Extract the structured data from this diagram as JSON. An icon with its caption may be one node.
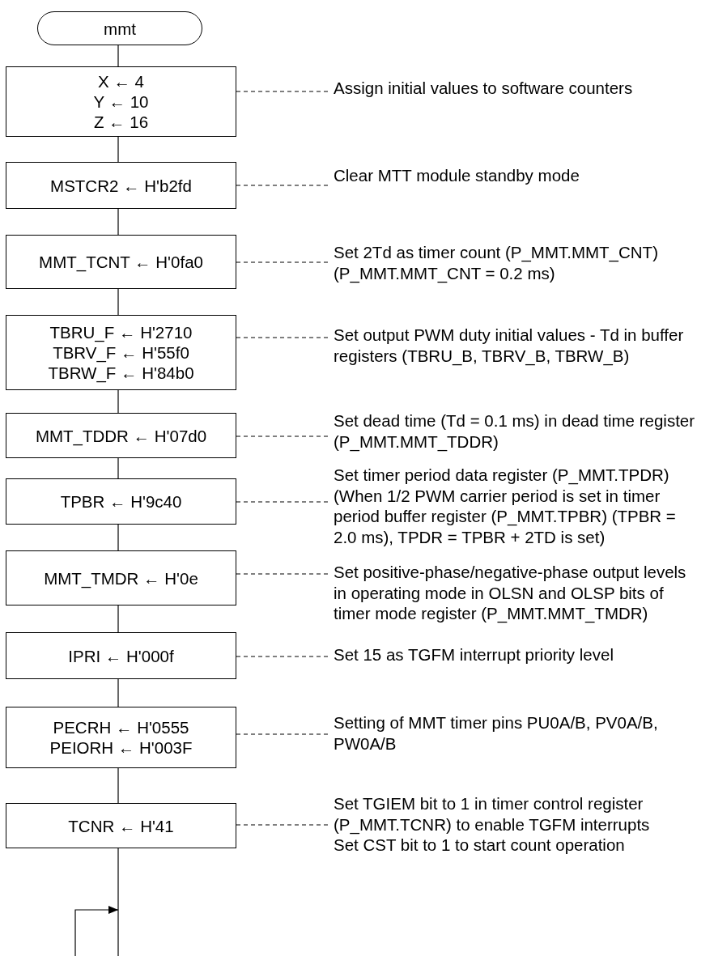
{
  "diagram": {
    "nodes": [
      {
        "text": [
          "mmt"
        ]
      },
      {
        "text": [
          "X ← 4",
          "Y ← 10",
          "Z ← 16"
        ]
      },
      {
        "text": [
          "MSTCR2 ← H'b2fd"
        ]
      },
      {
        "text": [
          "MMT_TCNT ← H'0fa0"
        ]
      },
      {
        "text": [
          "TBRU_F ← H'2710",
          "TBRV_F ← H'55f0",
          "TBRW_F ← H'84b0"
        ]
      },
      {
        "text": [
          "MMT_TDDR ← H'07d0"
        ]
      },
      {
        "text": [
          "TPBR ← H'9c40"
        ]
      },
      {
        "text": [
          "MMT_TMDR ← H'0e"
        ]
      },
      {
        "text": [
          "IPRI ← H'000f"
        ]
      },
      {
        "text": [
          "PECRH ← H'0555",
          "PEIORH ← H'003F"
        ]
      },
      {
        "text": [
          "TCNR ← H'41"
        ]
      },
      {
        "text": [
          "Assign initial values to software counters"
        ]
      },
      {
        "text": [
          "Clear MTT module standby mode"
        ]
      },
      {
        "text": [
          "Set 2Td as timer count (P_MMT.MMT_CNT)",
          "(P_MMT.MMT_CNT = 0.2 ms)"
        ]
      },
      {
        "text": [
          "Set output PWM duty initial values - Td in buffer registers (TBRU_B, TBRV_B, TBRW_B)"
        ]
      },
      {
        "text": [
          "Set dead time (Td = 0.1 ms) in dead time register (P_MMT.MMT_TDDR)"
        ]
      },
      {
        "text": [
          "Set timer period data register (P_MMT.TPDR)",
          "(When 1/2 PWM carrier period is set in timer period buffer register (P_MMT.TPBR) (TPBR = 2.0 ms), TPDR = TPBR + 2TD is set)"
        ]
      },
      {
        "text": [
          "Set positive-phase/negative-phase output levels in operating mode in OLSN and OLSP bits of timer mode register (P_MMT.MMT_TMDR)"
        ]
      },
      {
        "text": [
          "Set 15 as TGFM interrupt priority level"
        ]
      },
      {
        "text": [
          "Setting of MMT timer pins PU0A/B, PV0A/B, PW0A/B"
        ]
      },
      {
        "text": [
          "Set TGIEM bit to 1 in timer control register (P_MMT.TCNR) to enable TGFM interrupts",
          "Set CST bit to 1 to start count operation"
        ]
      }
    ],
    "edges": [
      {
        "from": 0,
        "to": 1,
        "arrow": "none"
      },
      {
        "from": 1,
        "to": 2,
        "arrow": "none"
      },
      {
        "from": 2,
        "to": 3,
        "arrow": "none"
      },
      {
        "from": 3,
        "to": 4,
        "arrow": "none"
      },
      {
        "from": 4,
        "to": 5,
        "arrow": "none"
      },
      {
        "from": 5,
        "to": 6,
        "arrow": "none"
      },
      {
        "from": 6,
        "to": 7,
        "arrow": "none"
      },
      {
        "from": 7,
        "to": 8,
        "arrow": "none"
      },
      {
        "from": 8,
        "to": 9,
        "arrow": "none"
      },
      {
        "from": 9,
        "to": 10,
        "arrow": "none"
      },
      {
        "from": 10,
        "to": null,
        "arrow": "none"
      },
      {
        "from": 1,
        "to": 11,
        "arrow": "none",
        "style": "dashed"
      },
      {
        "from": 2,
        "to": 12,
        "arrow": "none",
        "style": "dashed"
      },
      {
        "from": 3,
        "to": 13,
        "arrow": "none",
        "style": "dashed"
      },
      {
        "from": 4,
        "to": 14,
        "arrow": "none",
        "style": "dashed"
      },
      {
        "from": 5,
        "to": 15,
        "arrow": "none",
        "style": "dashed"
      },
      {
        "from": 6,
        "to": 16,
        "arrow": "none",
        "style": "dashed"
      },
      {
        "from": 7,
        "to": 17,
        "arrow": "none",
        "style": "dashed"
      },
      {
        "from": 8,
        "to": 18,
        "arrow": "none",
        "style": "dashed"
      },
      {
        "from": 9,
        "to": 19,
        "arrow": "none",
        "style": "dashed"
      },
      {
        "from": 10,
        "to": 20,
        "arrow": "none",
        "style": "dashed"
      }
    ]
  }
}
